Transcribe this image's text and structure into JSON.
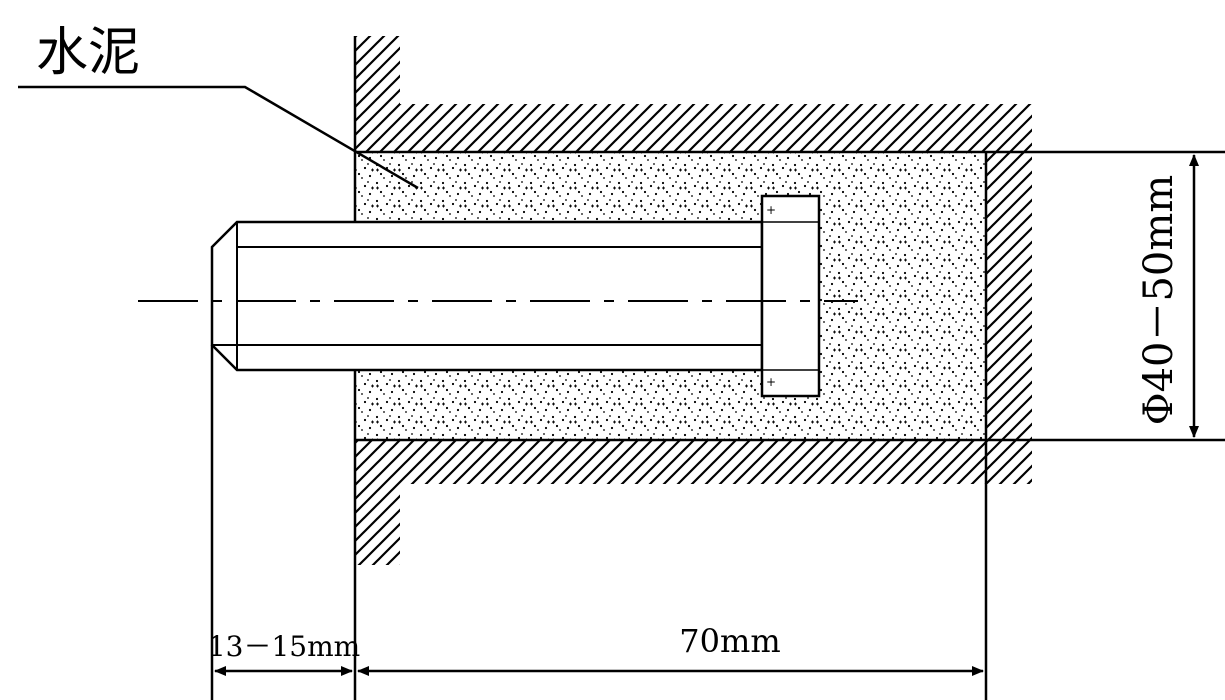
{
  "diagram": {
    "material_label": "水泥",
    "diameter_label": "Φ40－50mm",
    "depth_label": "70mm",
    "protrusion_label": "13－15mm",
    "colors": {
      "ink": "#000000",
      "background": "#ffffff"
    }
  }
}
